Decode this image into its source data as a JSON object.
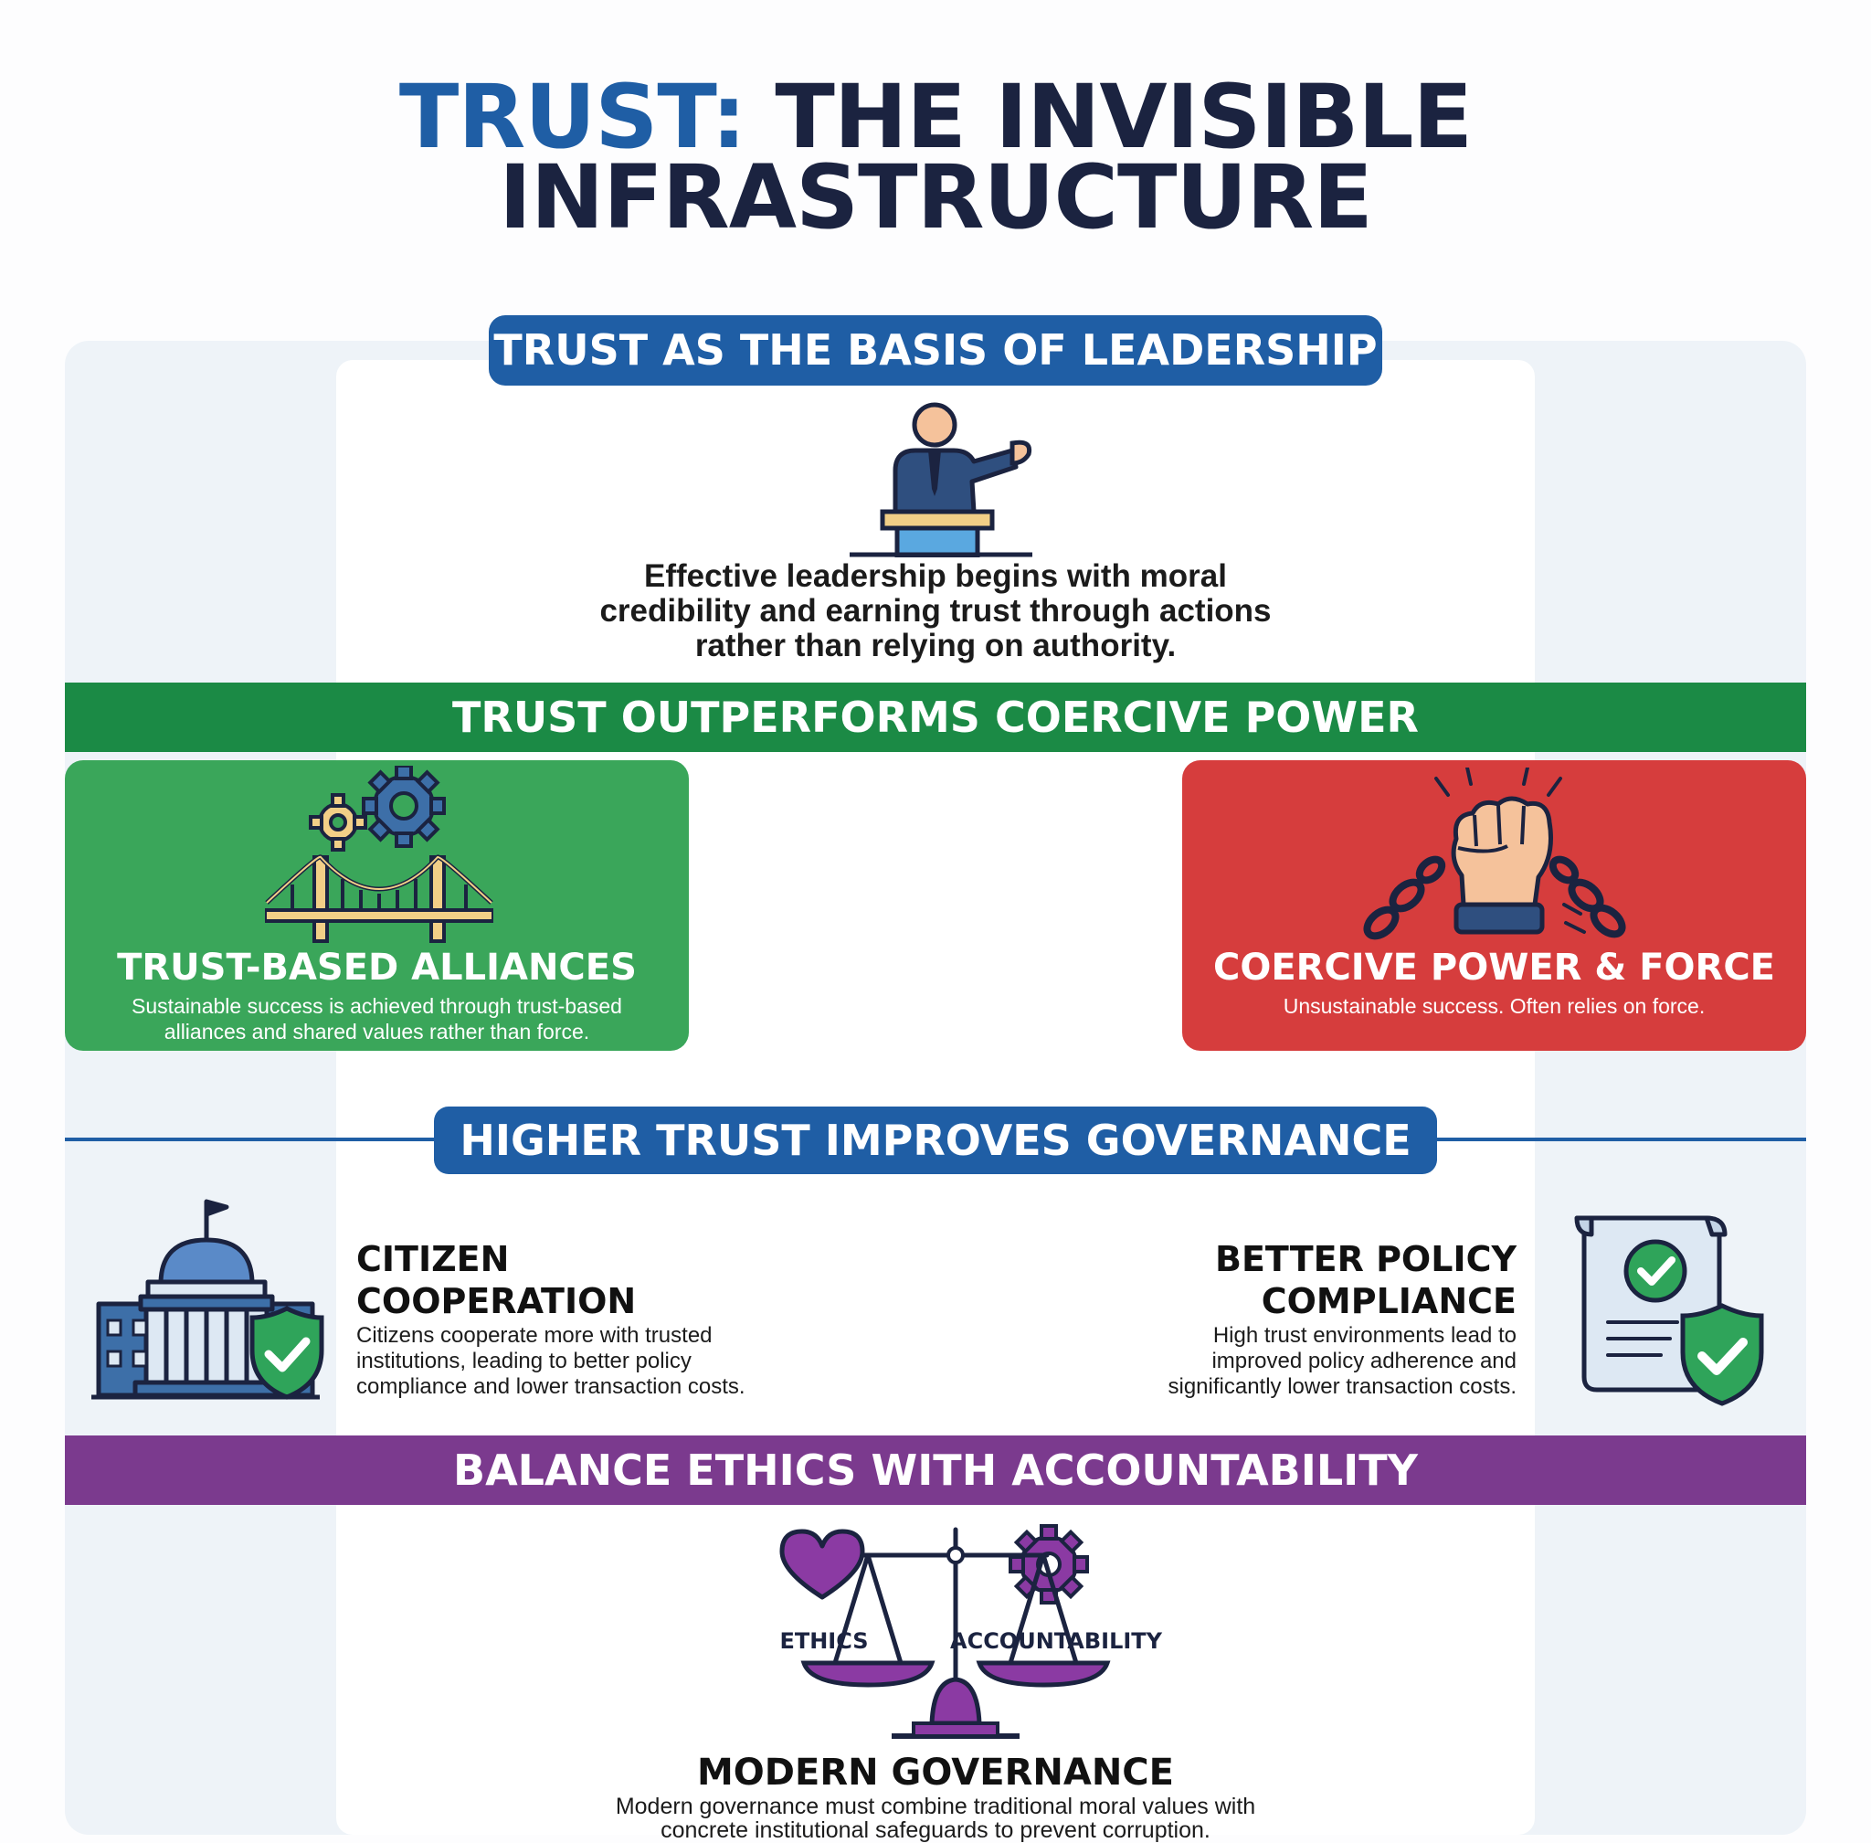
{
  "title": {
    "accent": "TRUST:",
    "line1_rest": " THE INVISIBLE",
    "line2": "INFRASTRUCTURE"
  },
  "section1": {
    "label": "TRUST AS THE BASIS OF LEADERSHIP",
    "text_lines": [
      "Effective leadership begins with moral",
      "credibility and earning trust through actions",
      "rather than relying on authority."
    ]
  },
  "section2": {
    "label": "TRUST OUTPERFORMS COERCIVE POWER",
    "left": {
      "title": "TRUST-BASED ALLIANCES",
      "desc_lines": [
        "Sustainable success is achieved through trust-based",
        "alliances and shared values rather than force."
      ]
    },
    "right": {
      "title": "COERCIVE POWER & FORCE",
      "desc_lines": [
        "Unsustainable success. Often relies on force."
      ]
    }
  },
  "section3": {
    "label": "HIGHER TRUST IMPROVES GOVERNANCE",
    "left": {
      "title_lines": [
        "CITIZEN",
        "COOPERATION"
      ],
      "desc_lines": [
        "Citizens cooperate more with trusted",
        "institutions, leading to better policy",
        "compliance and lower transaction costs."
      ]
    },
    "right": {
      "title_lines": [
        "BETTER POLICY",
        "COMPLIANCE"
      ],
      "desc_lines": [
        "High trust environments lead to",
        "improved policy adherence and",
        "significantly lower transaction costs."
      ]
    }
  },
  "section4": {
    "label": "BALANCE ETHICS WITH ACCOUNTABILITY",
    "scale_left": "ETHICS",
    "scale_right": "ACCOUNTABILITY",
    "heading": "MODERN GOVERNANCE",
    "desc_lines": [
      "Modern governance must combine traditional moral values with",
      "concrete institutional safeguards to prevent corruption."
    ]
  },
  "colors": {
    "navy": "#1b2340",
    "blue": "#1f5ea5",
    "green": "#1b8a45",
    "green_card": "#3aa65a",
    "red_card": "#d63d3d",
    "purple": "#7b3a8e"
  },
  "icons": [
    "leader-at-podium-icon",
    "gears-icon",
    "bridge-icon",
    "broken-chain-fist-icon",
    "capitol-building-icon",
    "shield-check-icon",
    "document-check-icon",
    "heart-icon",
    "gear-icon",
    "balance-scale-icon"
  ]
}
